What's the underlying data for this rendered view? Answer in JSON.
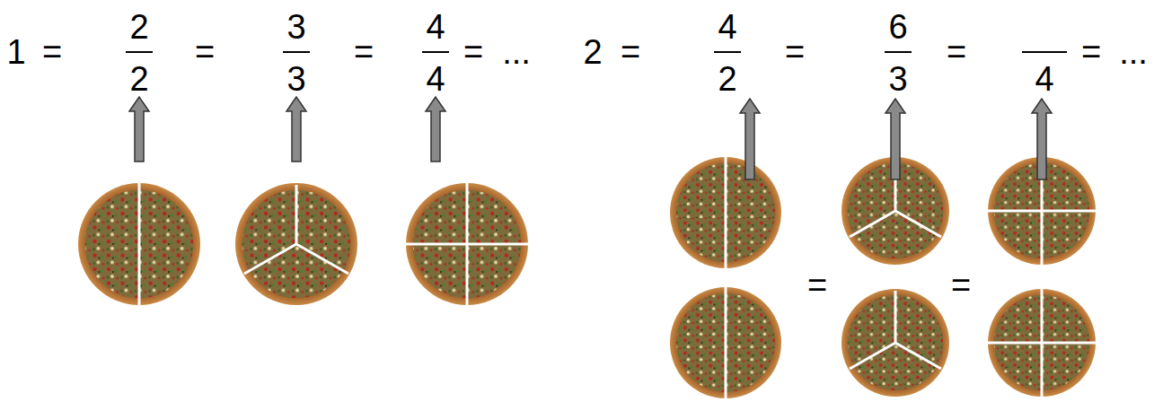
{
  "diagram": {
    "labels": [
      "1",
      "=",
      "2",
      "2",
      "=",
      "3",
      "3",
      "=",
      "4",
      "4",
      "=",
      "...",
      "2",
      "=",
      "4",
      "2",
      "=",
      "6",
      "3",
      "=",
      "4",
      "=",
      "...",
      "=",
      "="
    ]
  }
}
